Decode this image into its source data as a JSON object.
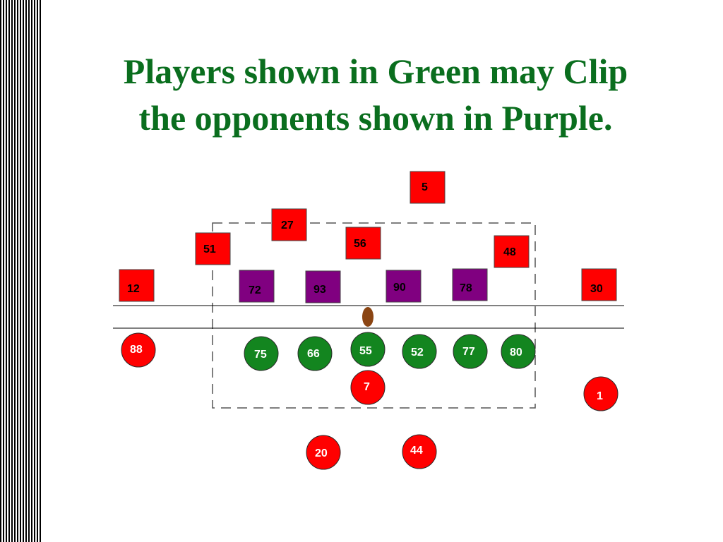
{
  "title": {
    "line1": "Players shown in Green may Clip",
    "line2": "the opponents shown in Purple."
  },
  "colors": {
    "title": "#0a6e1e",
    "green_player": "#13851f",
    "purple_player": "#800080",
    "red_player": "#ff0000",
    "ball": "#8b4513",
    "zone_outline": "#555555",
    "scrimmage_lines": "#000000"
  },
  "players": {
    "defense_purple": [
      "72",
      "93",
      "90",
      "78"
    ],
    "defense_red": [
      "5",
      "27",
      "51",
      "56",
      "48",
      "12",
      "30"
    ],
    "offense_green": [
      "75",
      "66",
      "55",
      "52",
      "77",
      "80"
    ],
    "offense_red": [
      "88",
      "7",
      "1",
      "20",
      "44"
    ]
  }
}
